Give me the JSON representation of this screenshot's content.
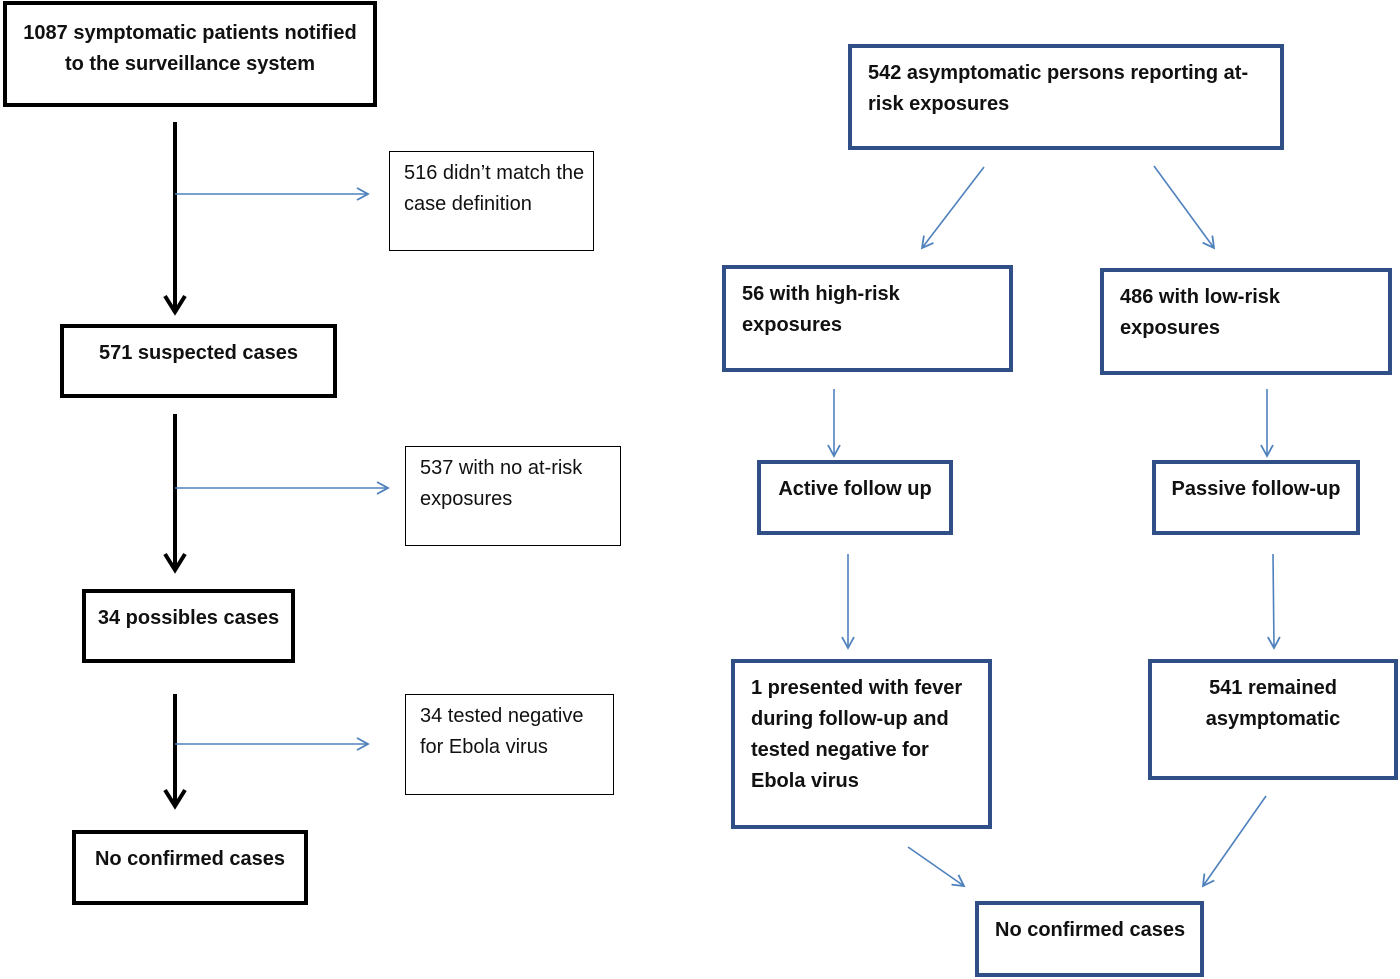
{
  "colors": {
    "black_box_border": "#000000",
    "blue_box_border": "#2f4f86",
    "blue_arrow": "#4f81bd",
    "black_arrow": "#000000"
  },
  "left_flow": {
    "notified": "1087 symptomatic patients notified to the surveillance system",
    "excluded_definition": "516 didn’t match the case definition",
    "suspected": "571 suspected cases",
    "excluded_exposure": "537 with no at-risk exposures",
    "possible": "34 possibles cases",
    "excluded_tested": "34 tested negative for Ebola virus",
    "confirmed": "No confirmed cases"
  },
  "right_flow": {
    "asymptomatic": "542 asymptomatic persons reporting at-risk exposures",
    "high_risk": "56 with high-risk exposures",
    "low_risk": "486 with low-risk exposures",
    "active_followup": "Active follow up",
    "passive_followup": "Passive follow-up",
    "fever_outcome": "1 presented with fever during follow-up and tested negative for Ebola virus",
    "remained_asymptomatic": "541 remained asymptomatic",
    "confirmed": "No confirmed cases"
  }
}
